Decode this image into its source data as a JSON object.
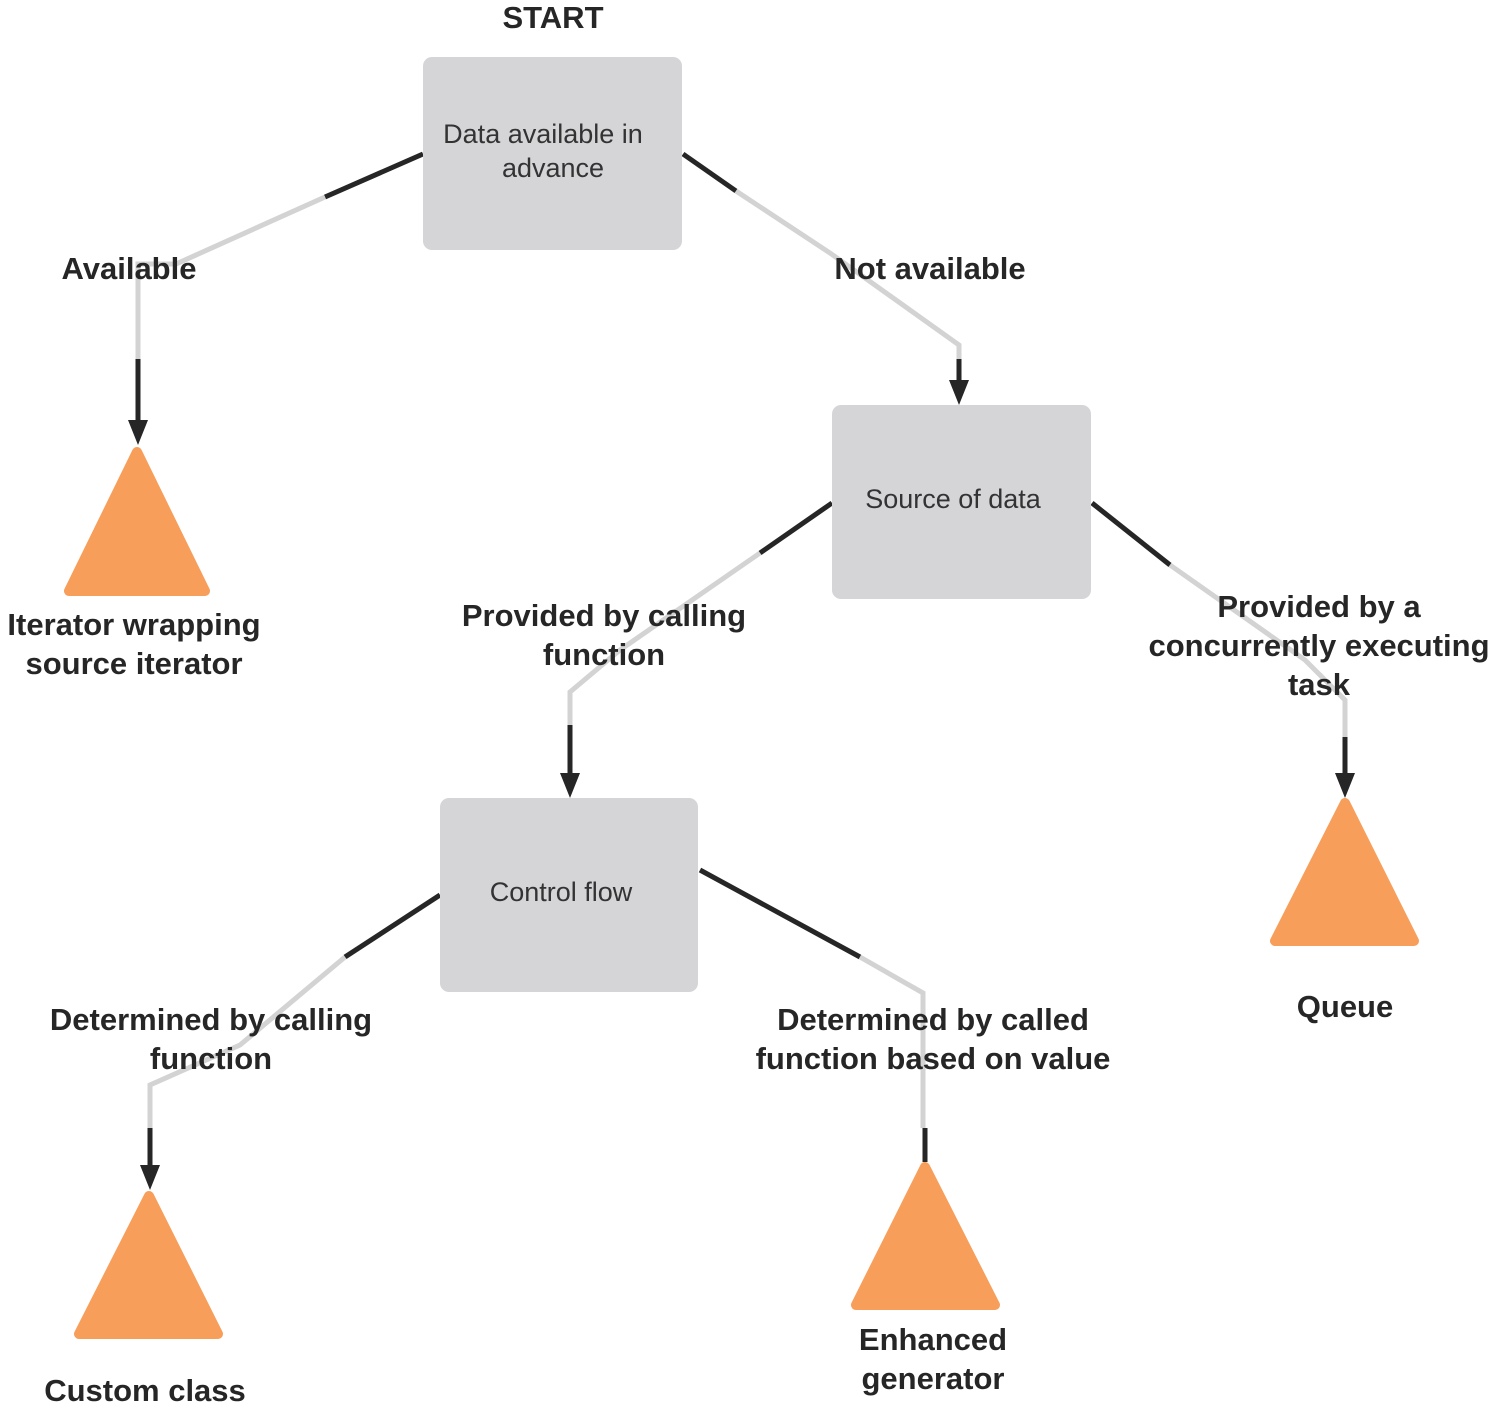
{
  "start_label": "START",
  "nodes": {
    "data_available": {
      "line1": "Data available in",
      "line2": "advance"
    },
    "source_of_data": {
      "label": "Source of data"
    },
    "control_flow": {
      "label": "Control flow"
    }
  },
  "edges": {
    "available": "Available",
    "not_available": "Not available",
    "provided_by_calling": {
      "line1": "Provided by calling",
      "line2": "function"
    },
    "provided_by_concurrent": {
      "line1": "Provided by a",
      "line2": "concurrently executing",
      "line3": "task"
    },
    "determined_by_calling": {
      "line1": "Determined by calling",
      "line2": "function"
    },
    "determined_by_called": {
      "line1": "Determined by called",
      "line2": "function based on value"
    }
  },
  "outcomes": {
    "iterator": {
      "line1": "Iterator wrapping",
      "line2": "source iterator"
    },
    "queue": {
      "label": "Queue"
    },
    "custom_class": {
      "label": "Custom class"
    },
    "enhanced_generator": {
      "line1": "Enhanced",
      "line2": "generator"
    }
  },
  "colors": {
    "decision_fill": "#d5d5d8",
    "outcome_fill": "#f89e5b",
    "connector_dark": "#262626",
    "connector_light": "#d3d3d3"
  }
}
